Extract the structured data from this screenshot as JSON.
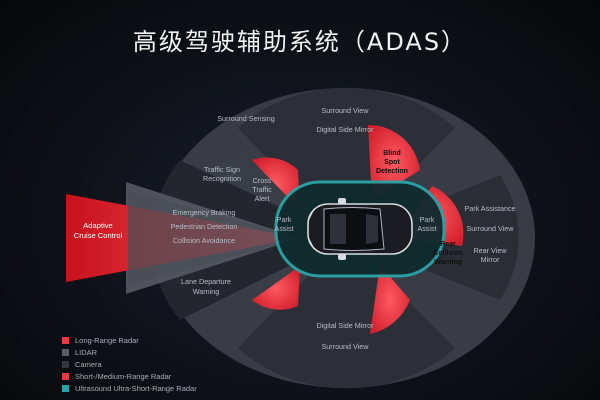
{
  "title": "高级驾驶辅助系统（ADAS）",
  "labels": {
    "surround_view_top": "Surround View",
    "surround_sensing": "Surround Sensing",
    "digital_side_mirror_top": "Digital Side Mirror",
    "blind_spot": [
      "Blind",
      "Spot",
      "Detection"
    ],
    "traffic_sign": [
      "Traffic Sign",
      "Recognition"
    ],
    "cross_traffic": [
      "Cross",
      "Traffic",
      "Alert"
    ],
    "acc": [
      "Adaptive",
      "Cruise Control"
    ],
    "emergency_braking": "Emergency Braking",
    "pedestrian_detection": "Pedestrian Detection",
    "collision_avoidance": "Collision Avoidance",
    "park_assist_left": [
      "Park",
      "Assist"
    ],
    "park_assist_right": [
      "Park",
      "Assist"
    ],
    "lane_departure": [
      "Lane Departure",
      "Warning"
    ],
    "rear_collision": [
      "Rear",
      "Collision",
      "Warning"
    ],
    "park_assistance": "Park Assistance",
    "surround_view_right": "Surround View",
    "rear_view_mirror": [
      "Rear View",
      "Mirror"
    ],
    "digital_side_mirror_bottom": "Digital Side Mirror",
    "surround_view_bottom": "Surround View"
  },
  "legend": [
    {
      "label": "Long-Range Radar",
      "color": "#e53945"
    },
    {
      "label": "LIDAR",
      "color": "#5a5d66"
    },
    {
      "label": "Camera",
      "color": "#33363e"
    },
    {
      "label": "Short-/Medium-Range Radar",
      "color": "#e53945"
    },
    {
      "label": "Ultrasound Ultra-Short-Range Radar",
      "color": "#2aa3a8"
    }
  ],
  "colors": {
    "radar": "#e53945",
    "ultrasound": "#2aa3a8",
    "lidar": "#5a5d66",
    "camera": "#33363e"
  }
}
